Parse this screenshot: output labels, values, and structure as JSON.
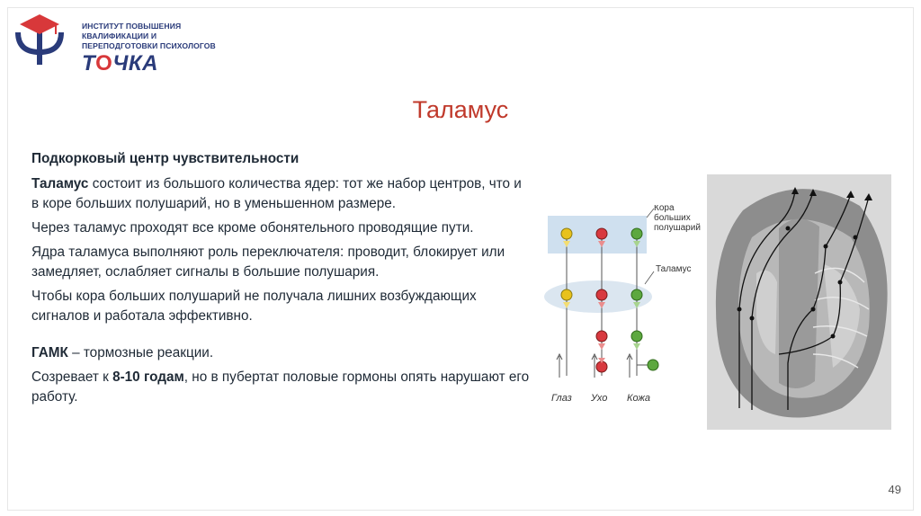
{
  "logo": {
    "org_lines": [
      "ИНСТИТУТ ПОВЫШЕНИЯ",
      "КВАЛИФИКАЦИИ И",
      "ПЕРЕПОДГОТОВКИ ПСИХОЛОГОВ"
    ],
    "brand_pre": "Т",
    "brand_ring": "О",
    "brand_post": "ЧКА"
  },
  "slide": {
    "title": "Таламус",
    "subheading": "Подкорковый центр чувствительности",
    "p1_bold": "Таламус",
    "p1_rest": " состоит из большого количества ядер: тот же набор центров, что и в коре больших полушарий, но в уменьшенном размере.",
    "p2": "Через таламус проходят все кроме обонятельного проводящие пути.",
    "p3": "Ядра таламуса выполняют роль переключателя: проводит, блокирует или замедляет, ослабляет сигналы в большие полушария.",
    "p4": "Чтобы кора больших полушарий не получала лишних возбуждающих сигналов и работала эффективно.",
    "p5_bold": "ГАМК",
    "p5_rest": " – тормозные реакции.",
    "p6_a": "Созревает к ",
    "p6_bold": "8-10 годам",
    "p6_b": ", но в пубертат половые гормоны опять нарушают его работу.",
    "page_number": "49"
  },
  "diagram": {
    "label_cortex_1": "Кора",
    "label_cortex_2": "больших",
    "label_cortex_3": "полушарий",
    "label_thalamus": "Таламус",
    "col_eye": "Глаз",
    "col_ear": "Ухо",
    "col_skin": "Кожа",
    "colors": {
      "eye": "#e8c21c",
      "ear": "#d8393f",
      "skin": "#5da83f"
    }
  },
  "colors": {
    "title": "#c0392b",
    "brand": "#2a3b7a",
    "accent": "#d8383a"
  }
}
